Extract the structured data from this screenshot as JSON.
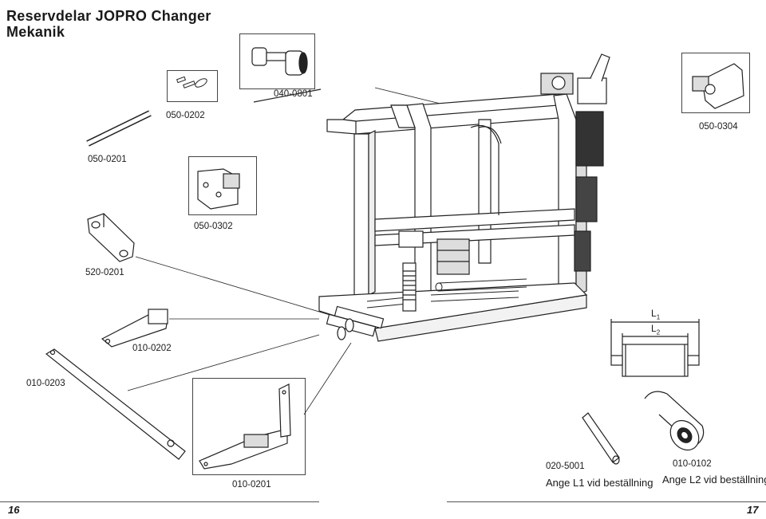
{
  "title": {
    "line1": "Reservdelar JOPRO Changer",
    "line2": "Mekanik"
  },
  "parts": {
    "p040_0801": "040-0801",
    "p050_0202": "050-0202",
    "p050_0201": "050-0201",
    "p050_0304": "050-0304",
    "p050_0302": "050-0302",
    "p520_0201": "520-0201",
    "p010_0202": "010-0202",
    "p010_0203": "010-0203",
    "p010_0201": "010-0201",
    "p020_5001": "020-5001",
    "p010_0102": "010-0102"
  },
  "notes": {
    "l1_order": "Ange L1 vid beställning",
    "l2_order": "Ange L2 vid beställning"
  },
  "dimensions": {
    "l1": "L",
    "l1_sub": "1",
    "l2": "L",
    "l2_sub": "2"
  },
  "footer": {
    "page_left": "16",
    "page_right": "17"
  }
}
